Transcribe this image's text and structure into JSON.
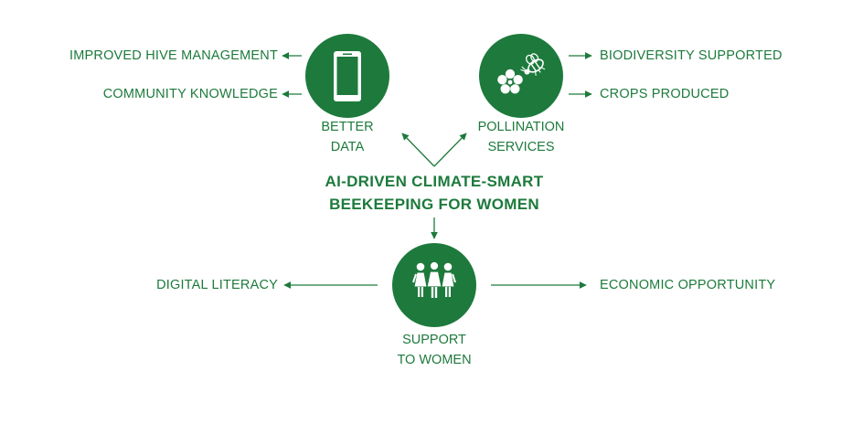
{
  "center": {
    "line1": "AI-DRIVEN CLIMATE-SMART",
    "line2": "BEEKEEPING FOR WOMEN"
  },
  "nodes": {
    "better_data": {
      "icon": "smartphone-icon",
      "line1": "BETTER",
      "line2": "DATA",
      "outputs": [
        "IMPROVED HIVE MANAGEMENT",
        "COMMUNITY KNOWLEDGE"
      ]
    },
    "pollination": {
      "icon": "flower-bee-icon",
      "line1": "POLLINATION",
      "line2": "SERVICES",
      "outputs": [
        "BIODIVERSITY SUPPORTED",
        "CROPS PRODUCED"
      ]
    },
    "support_women": {
      "icon": "women-group-icon",
      "line1": "SUPPORT",
      "line2": "TO WOMEN",
      "outputs": [
        "DIGITAL LITERACY",
        "ECONOMIC OPPORTUNITY"
      ]
    }
  },
  "colors": {
    "primary_green": "#1d7a3c",
    "icon_fill": "#ffffff"
  }
}
